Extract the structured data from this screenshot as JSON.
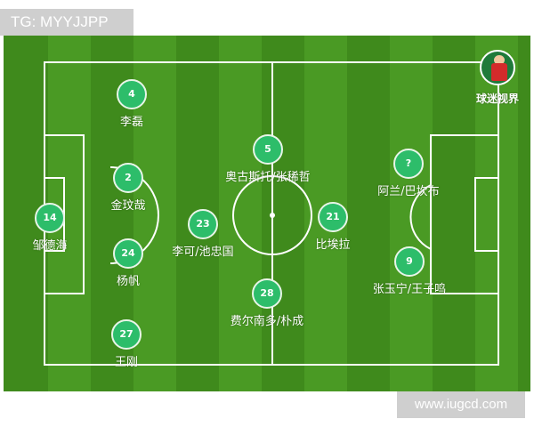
{
  "tag": "TG: MYYJJPP",
  "brand": {
    "name": "球迷视界",
    "logo_icon": "footballer-mascot-icon"
  },
  "watermark": "www.iugcd.com",
  "colors": {
    "pitch": "#3f8a1c",
    "stripe": "#4a9a24",
    "player": "#2dbd6a",
    "line": "#ffffff"
  },
  "players": [
    {
      "number": "4",
      "name": "李磊"
    },
    {
      "number": "2",
      "name": "金玟哉"
    },
    {
      "number": "14",
      "name": "邹德海"
    },
    {
      "number": "24",
      "name": "杨帆"
    },
    {
      "number": "27",
      "name": "王刚"
    },
    {
      "number": "23",
      "name": "李可/池忠国"
    },
    {
      "number": "5",
      "name": "奥古斯托/张稀哲"
    },
    {
      "number": "21",
      "name": "比埃拉"
    },
    {
      "number": "28",
      "name": "费尔南多/朴成"
    },
    {
      "number": "?",
      "name": "阿兰/巴坎布"
    },
    {
      "number": "9",
      "name": "张玉宁/王子鸣"
    }
  ]
}
